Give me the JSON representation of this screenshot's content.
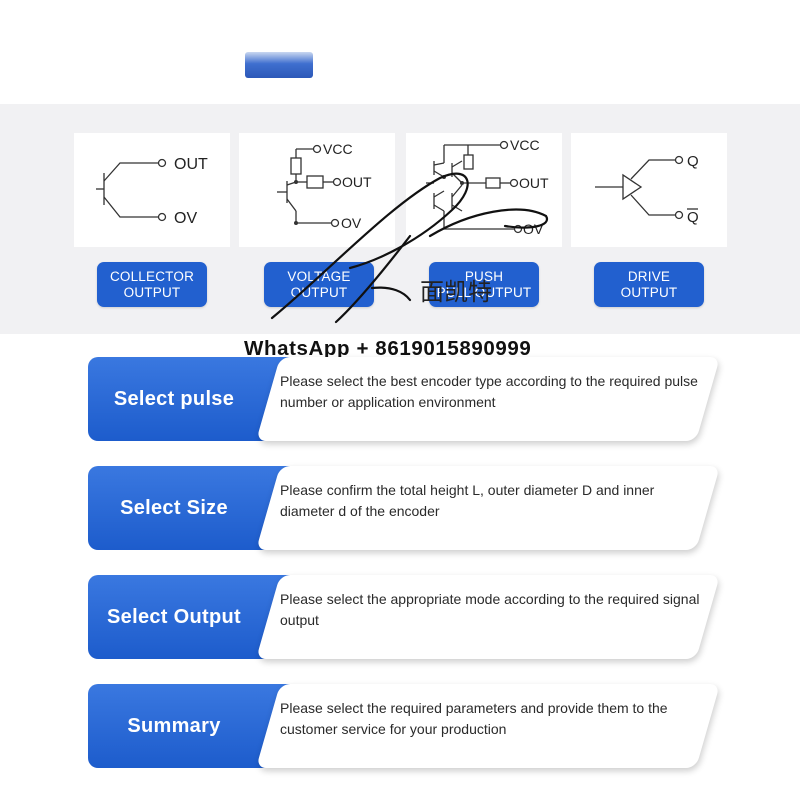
{
  "panels": [
    {
      "key": "collector",
      "labels": {
        "out": "OUT",
        "ov": "OV"
      }
    },
    {
      "key": "voltage",
      "labels": {
        "vcc": "VCC",
        "out": "OUT",
        "ov": "OV"
      }
    },
    {
      "key": "push",
      "labels": {
        "vcc": "VCC",
        "out": "OUT",
        "ov": "OV"
      }
    },
    {
      "key": "drive",
      "labels": {
        "q": "Q",
        "qbar": "Q"
      }
    }
  ],
  "outputs": [
    {
      "label": "COLLECTOR\nOUTPUT"
    },
    {
      "label": "VOLTAGE\nOUTPUT"
    },
    {
      "label": "PUSH\nPULL OUTPUT"
    },
    {
      "label": "DRIVE\nOUTPUT"
    }
  ],
  "watermark": {
    "chars": "面凯特"
  },
  "contact": "WhatsApp + 8619015890999",
  "steps": [
    {
      "title": "Select pulse",
      "desc": "Please select the best encoder type according to the required pulse number or application environment"
    },
    {
      "title": "Select Size",
      "desc": "Please confirm the total height L, outer diameter D and inner diameter d of the encoder"
    },
    {
      "title": "Select Output",
      "desc": "Please select the appropriate mode according to the required signal output"
    },
    {
      "title": "Summary",
      "desc": "Please select the required parameters and provide them to the customer service for your production"
    }
  ],
  "colors": {
    "accent": "#2260cf",
    "band": "#f1f1f3"
  }
}
